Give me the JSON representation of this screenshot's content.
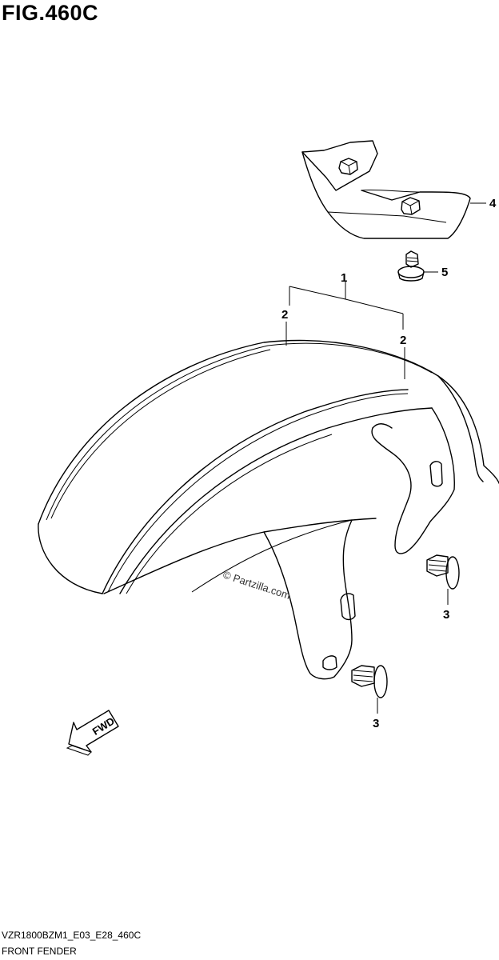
{
  "figure": {
    "title": "FIG.460C",
    "code": "VZR1800BZM1_E03_E28_460C",
    "name": "FRONT FENDER",
    "watermark": "© Partzilla.com",
    "direction_label": "FWD"
  },
  "callouts": [
    {
      "id": "1",
      "part": "front fender assembly"
    },
    {
      "id": "2",
      "part": "stripe (left)"
    },
    {
      "id": "2",
      "part": "stripe (right)"
    },
    {
      "id": "3",
      "part": "bolt (rear)"
    },
    {
      "id": "3",
      "part": "bolt (front)"
    },
    {
      "id": "4",
      "part": "bracket"
    },
    {
      "id": "5",
      "part": "screw"
    }
  ]
}
